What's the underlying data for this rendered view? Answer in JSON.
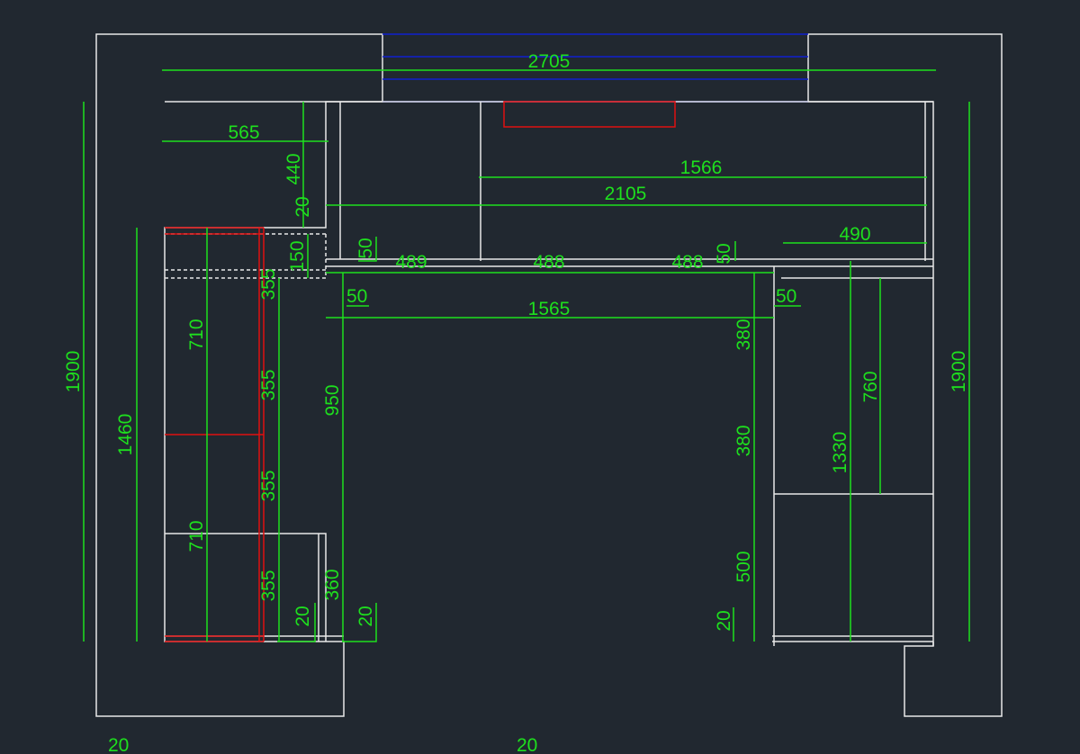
{
  "drawing": {
    "top_width": "2705",
    "column_width": "565",
    "column_depth": "440",
    "gap_top": "20",
    "shelf_depth": "150",
    "offset_left_top": "50",
    "section_1": "489",
    "section_2": "488",
    "section_3": "488",
    "offset_right_top": "50",
    "right_top_width": "490",
    "upper_1566": "1566",
    "upper_2105": "2105",
    "offset_left_bottom": "50",
    "inner_width": "1565",
    "offset_right_bottom": "50",
    "left_355_1": "355",
    "left_355_2": "355",
    "left_355_3": "355",
    "left_355_4": "355",
    "left_710_1": "710",
    "left_710_2": "710",
    "left_1460": "1460",
    "left_height": "1900",
    "right_height": "1900",
    "center_950": "950",
    "right_380_1": "380",
    "right_380_2": "380",
    "right_500": "500",
    "right_760": "760",
    "right_1330": "1330",
    "left_360": "360",
    "gap_bl_1": "20",
    "gap_bl_2": "20",
    "gap_br": "20",
    "bottom_left_20": "20",
    "bottom_center_20": "20"
  },
  "colors": {
    "background": "#212830",
    "dimension": "#1ee01e",
    "wall": "#e8e8e8",
    "window": "#1020d0",
    "highlight": "#e01010"
  }
}
